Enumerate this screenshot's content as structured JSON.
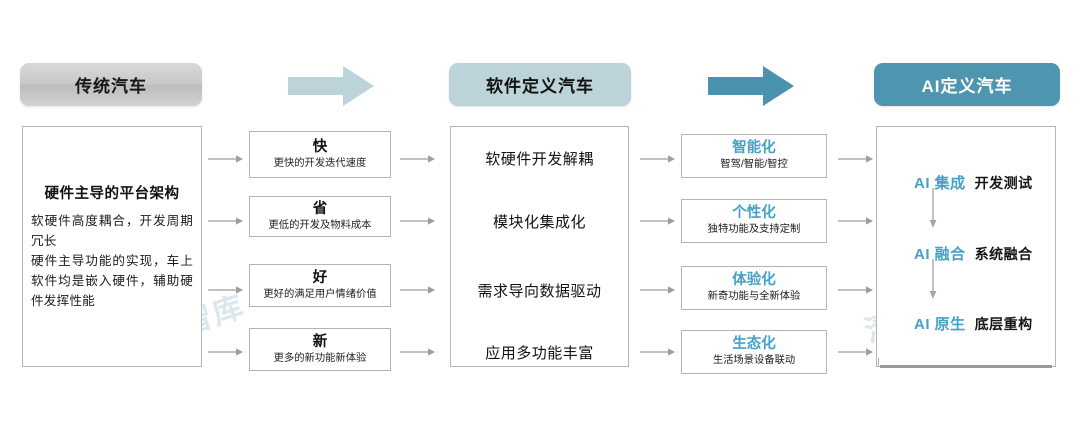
{
  "colors": {
    "teal_accent": "#45a2c6",
    "pill_ai_bg": "#4e95b0",
    "pill_sdv_bg": "#bcd3da",
    "pill_legacy_bg": "#cccccc",
    "arrow_light": "#bcd3da",
    "arrow_dark": "#4a93af",
    "watermark": "#cfe0e6",
    "box_border": "#b4b4b4"
  },
  "watermark": {
    "text": "清汽智库"
  },
  "headers": {
    "legacy": "传统汽车",
    "sdv": "软件定义汽车",
    "ai": "AI定义汽车"
  },
  "stage_arrows": [
    {
      "name": "arrow-legacy-to-sdv",
      "color": "#bcd3da"
    },
    {
      "name": "arrow-sdv-to-ai",
      "color": "#4a93af"
    }
  ],
  "legacy_panel": {
    "title": "硬件主导的平台架构",
    "paragraphs": [
      "软硬件高度耦合，开发周期冗长",
      "硬件主导功能的实现，车上软件均是嵌入硬件，辅助硬件发挥性能"
    ]
  },
  "benefits": [
    {
      "title": "快",
      "subtitle": "更快的开发迭代速度"
    },
    {
      "title": "省",
      "subtitle": "更低的开发及物料成本"
    },
    {
      "title": "好",
      "subtitle": "更好的满足用户情绪价值"
    },
    {
      "title": "新",
      "subtitle": "更多的新功能新体验"
    }
  ],
  "sdv_items": [
    "软硬件开发解耦",
    "模块化集成化",
    "需求导向数据驱动",
    "应用多功能丰富"
  ],
  "capabilities": [
    {
      "title": "智能化",
      "subtitle": "智驾/智能/智控"
    },
    {
      "title": "个性化",
      "subtitle": "独特功能及支持定制"
    },
    {
      "title": "体验化",
      "subtitle": "新奇功能与全新体验"
    },
    {
      "title": "生态化",
      "subtitle": "生活场景设备联动"
    }
  ],
  "ai_stages": [
    {
      "key": "AI 集成",
      "value": "开发测试"
    },
    {
      "key": "AI 融合",
      "value": "系统融合"
    },
    {
      "key": "AI 原生",
      "value": "底层重构"
    }
  ]
}
